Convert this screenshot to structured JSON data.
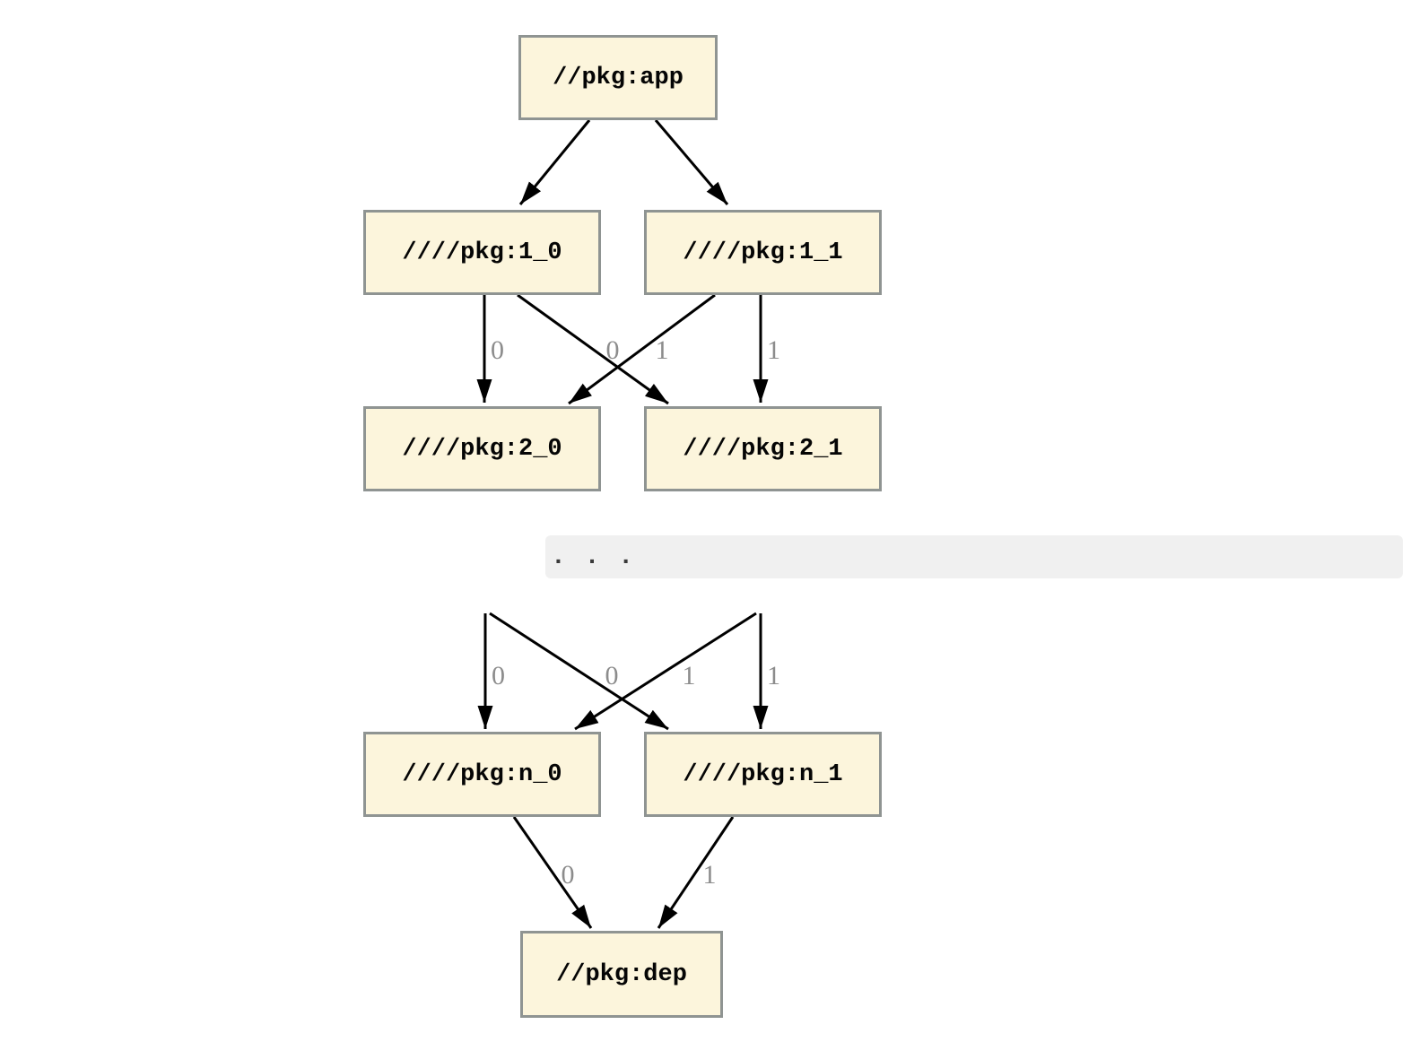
{
  "diagram": {
    "type": "dependency-graph",
    "nodes": {
      "app": {
        "label": "//pkg:app"
      },
      "v1_0": {
        "label": "////pkg:1_0"
      },
      "v1_1": {
        "label": "////pkg:1_1"
      },
      "v2_0": {
        "label": "////pkg:2_0"
      },
      "v2_1": {
        "label": "////pkg:2_1"
      },
      "vn_0": {
        "label": "////pkg:n_0"
      },
      "vn_1": {
        "label": "////pkg:n_1"
      },
      "dep": {
        "label": "//pkg:dep"
      }
    },
    "ellipsis": ". . .",
    "edges": [
      {
        "from": "app",
        "to": "1_0",
        "label": ""
      },
      {
        "from": "app",
        "to": "1_1",
        "label": ""
      },
      {
        "from": "1_0",
        "to": "2_0",
        "label": "0"
      },
      {
        "from": "1_0",
        "to": "2_1",
        "label": "0"
      },
      {
        "from": "1_1",
        "to": "2_0",
        "label": "1"
      },
      {
        "from": "1_1",
        "to": "2_1",
        "label": "1"
      },
      {
        "from": "elided_0",
        "to": "n_0",
        "label": "0"
      },
      {
        "from": "elided_0",
        "to": "n_1",
        "label": "0"
      },
      {
        "from": "elided_1",
        "to": "n_0",
        "label": "1"
      },
      {
        "from": "elided_1",
        "to": "n_1",
        "label": "1"
      },
      {
        "from": "n_0",
        "to": "dep",
        "label": "0"
      },
      {
        "from": "n_1",
        "to": "dep",
        "label": "1"
      }
    ],
    "colors": {
      "node_fill": "#FCF5DC",
      "node_border": "#8F9492",
      "edge": "#000000",
      "edge_label": "#8C8C8C",
      "ellipsis_band": "#F0F0F0",
      "background": "#FFFFFF"
    }
  }
}
